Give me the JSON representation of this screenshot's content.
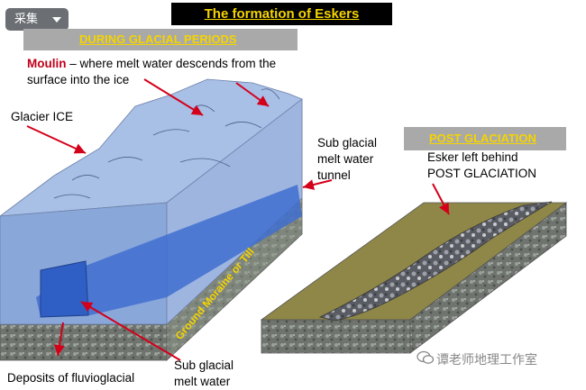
{
  "header": {
    "title": "The formation of Eskers"
  },
  "toolbar": {
    "collect_label": "采集",
    "collect_icon": "chevron-down-icon"
  },
  "sections": {
    "during": "DURING GLACIAL PERIODS",
    "post": "POST GLACIATION"
  },
  "labels": {
    "moulin_term": "Moulin",
    "moulin_desc": " – where melt water descends from the surface into the ice",
    "glacier_ice": "Glacier ICE",
    "tunnel": "Sub glacial melt water tunnel",
    "esker": "Esker left behind POST GLACIATION",
    "ground_moraine": "Ground Moraine or Till",
    "deposits": "Deposits of fluvioglacial",
    "sub_water": "Sub glacial melt water"
  },
  "watermark": {
    "text": "谭老师地理工作室",
    "icon": "wechat-icon"
  },
  "colors": {
    "ice": "#9fb7e0",
    "ice_dark": "#7f9dd3",
    "tunnel_blue": "#3f6fd0",
    "ground": "#8f978a",
    "sand": "#8f8748",
    "label_yellow": "#f5d400",
    "arrow_red": "#d4001a"
  }
}
